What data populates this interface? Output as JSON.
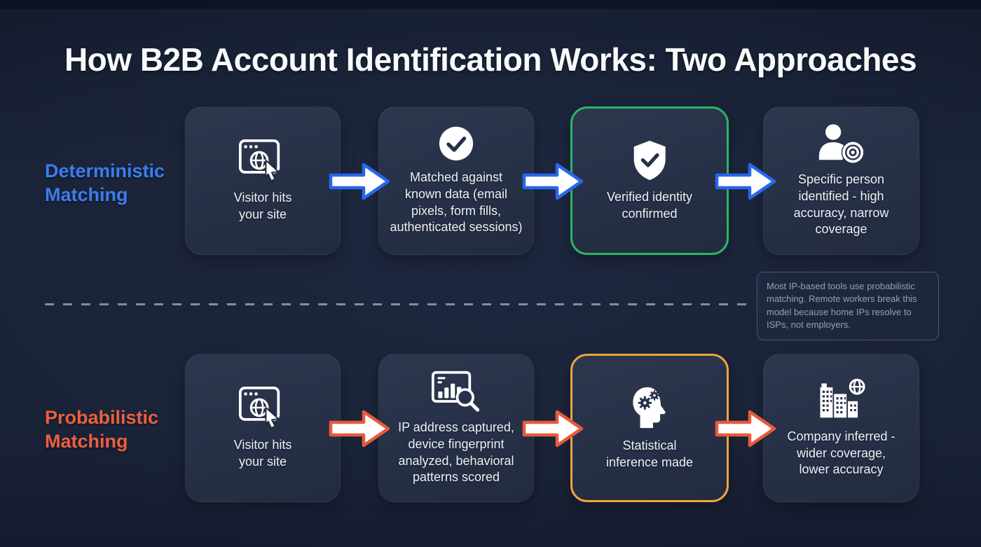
{
  "title": "How B2B Account Identification Works: Two Approaches",
  "colors": {
    "background": "#1a2236",
    "box_background": "#28324a",
    "deterministic_accent": "#3b7df0",
    "probabilistic_accent": "#ec5f3e",
    "verified_box_border": "#2ab564",
    "inference_box_border": "#eea43f",
    "arrow_fill": "#ffffff",
    "arrow_border_deterministic": "#2767ec",
    "arrow_border_probabilistic": "#e85a3c",
    "divider": "#96a0b3",
    "box_text": "#eef1f6",
    "note_text": "#96a0b4"
  },
  "rows": [
    {
      "label": "Deterministic\nMatching",
      "steps": [
        {
          "icon": "browser-globe-cursor",
          "text": "Visitor hits\nyour site"
        },
        {
          "icon": "check-circle",
          "text": "Matched against\nknown data (email\npixels, form fills,\nauthenticated sessions)"
        },
        {
          "icon": "shield-check",
          "text": "Verified identity\nconfirmed"
        },
        {
          "icon": "person-target",
          "text": "Specific person\nidentified - high\naccuracy, narrow\ncoverage"
        }
      ]
    },
    {
      "label": "Probabilistic\nMatching",
      "steps": [
        {
          "icon": "browser-globe-cursor",
          "text": "Visitor hits\nyour site"
        },
        {
          "icon": "chart-magnifier",
          "text": "IP address captured,\ndevice fingerprint\nanalyzed, behavioral\npatterns scored"
        },
        {
          "icon": "head-gears",
          "text": "Statistical\ninference made"
        },
        {
          "icon": "buildings-globe",
          "text": "Company inferred -\nwider coverage,\nlower accuracy"
        }
      ]
    }
  ],
  "note": {
    "text": "Most IP-based tools use probabilistic matching. Remote workers break this model because home IPs resolve to ISPs, not employers."
  }
}
